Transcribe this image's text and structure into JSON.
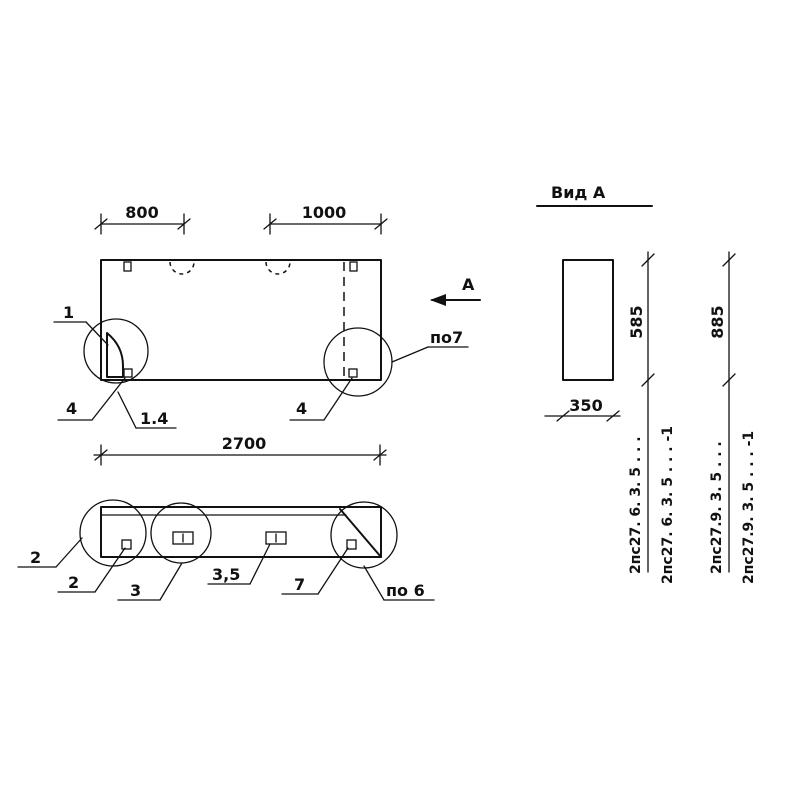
{
  "view_title": "Вид А",
  "arrow_label": "А",
  "dimensions": {
    "top_left": "800",
    "top_right": "1000",
    "overall_length": "2700",
    "height_a": "585",
    "height_b": "885",
    "width": "350"
  },
  "callouts": {
    "front_1": "1",
    "front_4_left": "4",
    "front_1_4": "1.4",
    "front_4_right": "4",
    "front_po7": "по7",
    "plan_2_outer": "2",
    "plan_2_inner": "2",
    "plan_3": "3",
    "plan_3_5": "3,5",
    "plan_7": "7",
    "plan_po6": "по 6"
  },
  "marks": [
    "2пс27. 6. 3. 5 . . .",
    "2пс27. 6. 3. 5 . . . -1",
    "2пс27.9. 3. 5 . . .",
    "2пс27.9. 3. 5 . . . -1"
  ]
}
